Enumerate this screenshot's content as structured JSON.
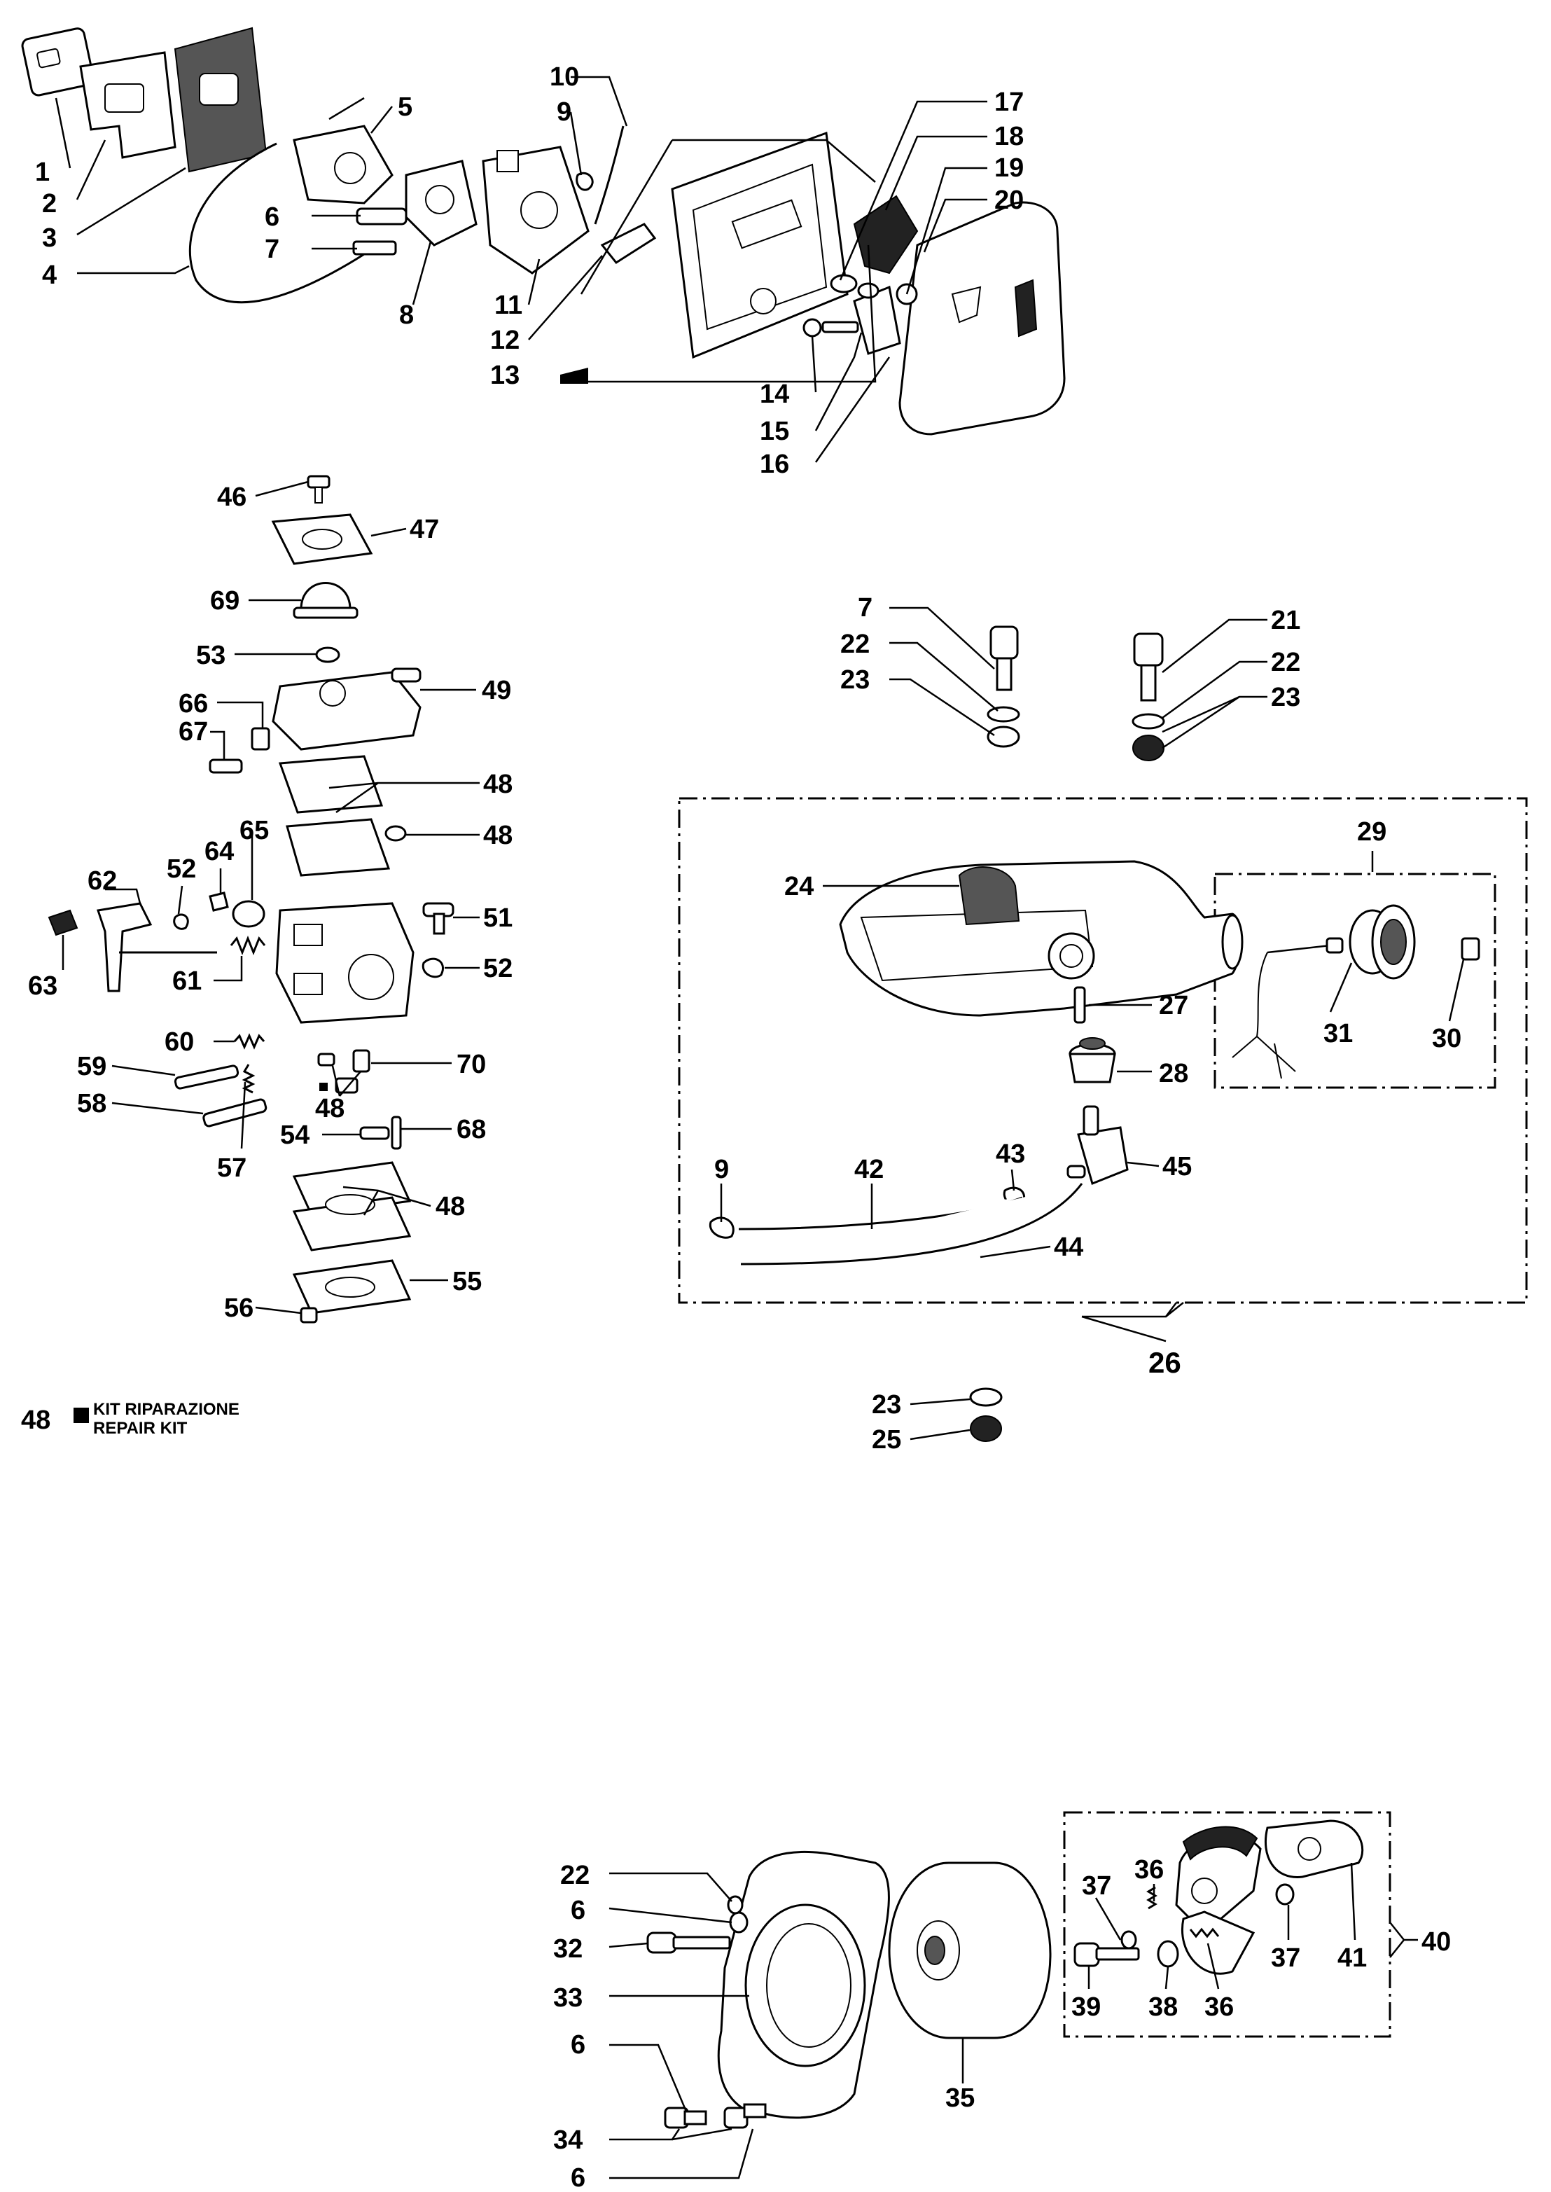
{
  "callouts": {
    "c1": "1",
    "c2": "2",
    "c3": "3",
    "c4": "4",
    "c5": "5",
    "c6": "6",
    "c7": "7",
    "c8": "8",
    "c9": "9",
    "c10": "10",
    "c11": "11",
    "c12": "12",
    "c13": "13",
    "c14": "14",
    "c15": "15",
    "c16": "16",
    "c17": "17",
    "c18": "18",
    "c19": "19",
    "c20": "20",
    "c46": "46",
    "c47": "47",
    "c69": "69",
    "c53": "53",
    "c49": "49",
    "c66": "66",
    "c67": "67",
    "c48a": "48",
    "c48b": "48",
    "c64": "64",
    "c65": "65",
    "c62": "62",
    "c52a": "52",
    "c51": "51",
    "c52b": "52",
    "c63": "63",
    "c61": "61",
    "c60": "60",
    "c59": "59",
    "c58": "58",
    "c70": "70",
    "c48c": "48",
    "c54": "54",
    "c68": "68",
    "c57": "57",
    "c48d": "48",
    "c55": "55",
    "c56": "56",
    "c7b": "7",
    "c22a": "22",
    "c23a": "23",
    "c21": "21",
    "c22b": "22",
    "c23b": "23",
    "c29": "29",
    "c24": "24",
    "c27": "27",
    "c31": "31",
    "c30": "30",
    "c28": "28",
    "c9b": "9",
    "c42": "42",
    "c43": "43",
    "c45": "45",
    "c44": "44",
    "c26": "26",
    "c23c": "23",
    "c25": "25",
    "c22c": "22",
    "c6a": "6",
    "c32": "32",
    "c33": "33",
    "c6b": "6",
    "c34": "34",
    "c6c": "6",
    "c35": "35",
    "c36a": "36",
    "c37a": "37",
    "c37b": "37",
    "c41": "41",
    "c40": "40",
    "c39": "39",
    "c38": "38",
    "c36b": "36"
  },
  "legend": {
    "number": "48",
    "line1": "KIT RIPARAZIONE",
    "line2": "REPAIR KIT"
  }
}
